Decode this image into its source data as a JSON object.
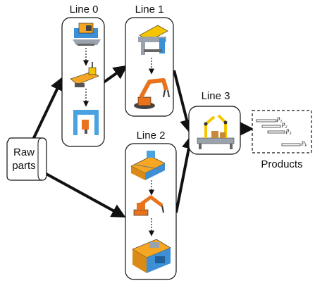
{
  "lines": {
    "line0": {
      "label": "Line 0"
    },
    "line1": {
      "label": "Line 1"
    },
    "line2": {
      "label": "Line 2"
    },
    "line3": {
      "label": "Line 3"
    }
  },
  "source": {
    "label_top": "Raw",
    "label_bottom": "parts"
  },
  "output": {
    "label": "Products",
    "items": [
      "p1",
      "p2",
      "p3",
      "pk"
    ]
  },
  "colors": {
    "machine_orange": "#f5a623",
    "machine_blue": "#3d8fd6",
    "robot_yellow": "#f6c500",
    "arm_orange": "#e8731c",
    "outline": "#222222"
  }
}
